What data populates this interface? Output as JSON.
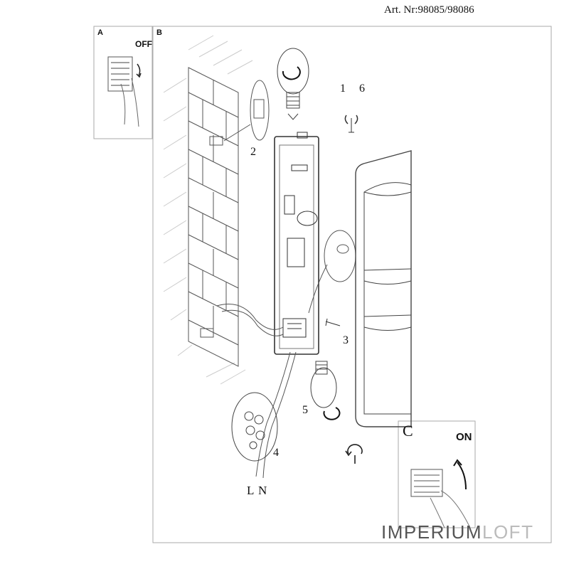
{
  "header": {
    "article_number": "Art. Nr:98085/98086"
  },
  "panels": {
    "a": {
      "letter": "A",
      "switch_state": "OFF"
    },
    "b": {
      "letter": "B"
    },
    "c": {
      "letter": "C",
      "switch_state": "ON"
    }
  },
  "steps": [
    "1",
    "2",
    "3",
    "4",
    "5",
    "6"
  ],
  "wires": {
    "live": "L",
    "neutral": "N"
  },
  "watermark": {
    "part1": "IMPERIUM",
    "part2": "LOFT"
  },
  "colors": {
    "line": "#333333",
    "watermark_dark": "#555555",
    "watermark_light": "#bbbbbb"
  }
}
